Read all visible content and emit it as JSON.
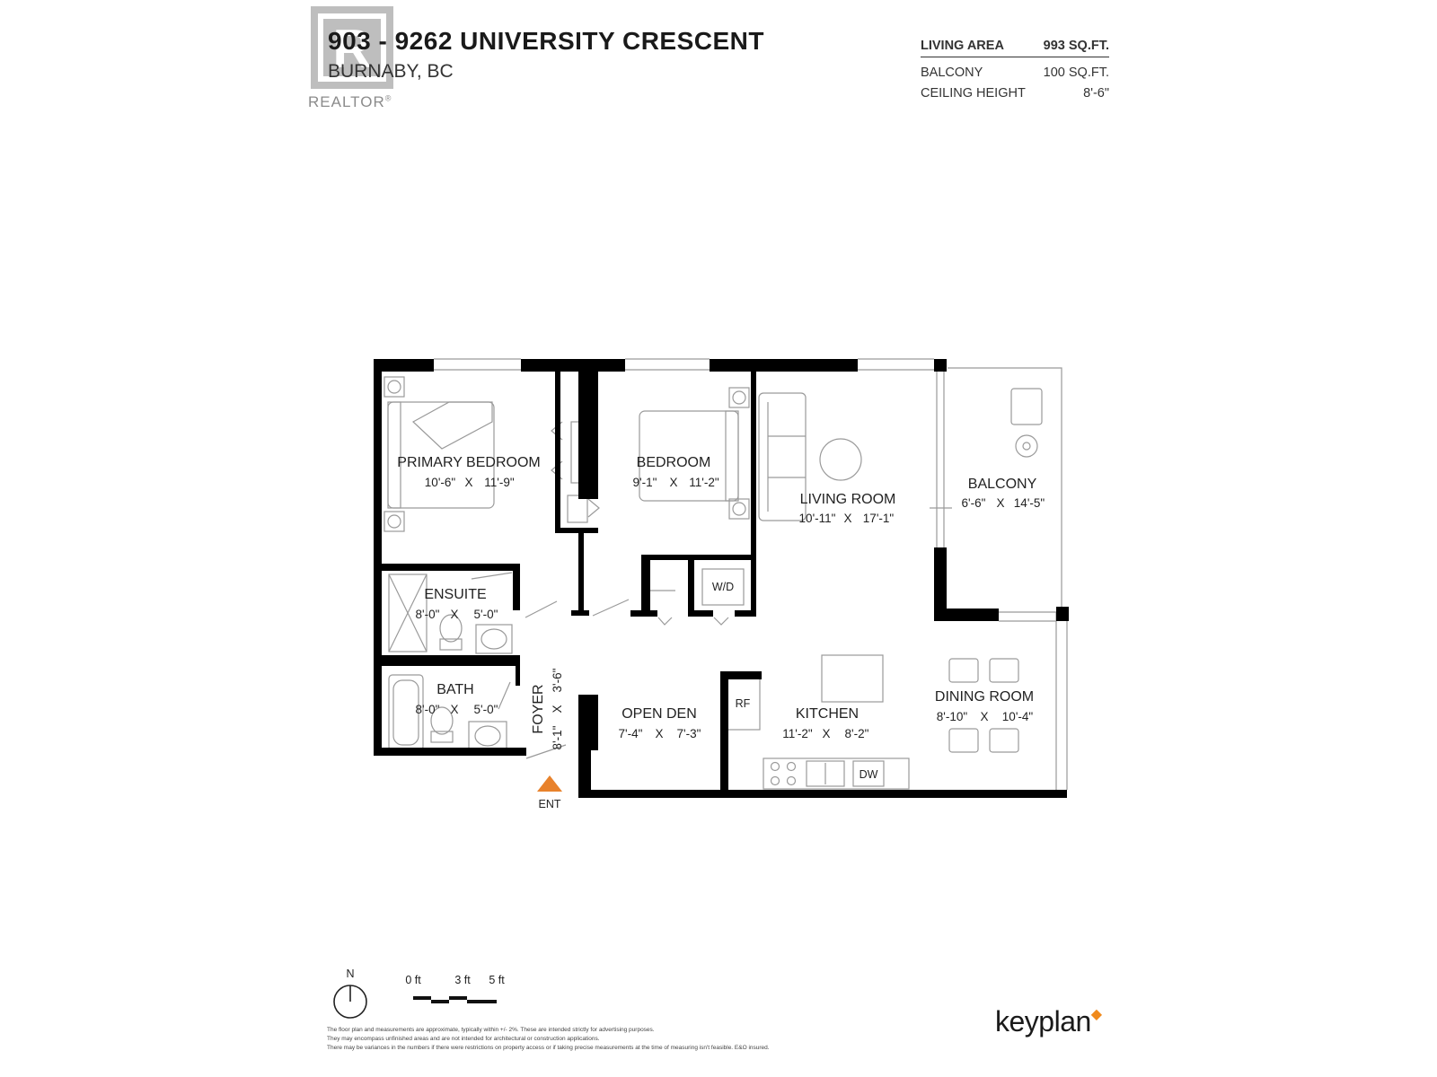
{
  "header": {
    "title": "903 - 9262 UNIVERSITY CRESCENT",
    "subtitle": "BURNABY, BC",
    "logo_text": "REALTOR",
    "logo_mark": "R",
    "logo_reg": "®"
  },
  "stats": [
    {
      "label": "LIVING AREA",
      "value": "993 SQ.FT."
    },
    {
      "label": "BALCONY",
      "value": "100 SQ.FT."
    },
    {
      "label": "CEILING HEIGHT",
      "value": "8'-6\""
    }
  ],
  "rooms": {
    "primary_bedroom": {
      "name": "PRIMARY BEDROOM",
      "w": "10'-6\"",
      "h": "11'-9\""
    },
    "bedroom": {
      "name": "BEDROOM",
      "w": "9'-1\"",
      "h": "11'-2\""
    },
    "living_room": {
      "name": "LIVING ROOM",
      "w": "10'-11\"",
      "h": "17'-1\""
    },
    "balcony": {
      "name": "BALCONY",
      "w": "6'-6\"",
      "h": "14'-5\""
    },
    "ensuite": {
      "name": "ENSUITE",
      "w": "8'-0\"",
      "h": "5'-0\""
    },
    "bath": {
      "name": "BATH",
      "w": "8'-0\"",
      "h": "5'-0\""
    },
    "foyer": {
      "name": "FOYER",
      "w": "8'-1\"",
      "h": "3'-6\""
    },
    "open_den": {
      "name": "OPEN DEN",
      "w": "7'-4\"",
      "h": "7'-3\""
    },
    "kitchen": {
      "name": "KITCHEN",
      "w": "11'-2\"",
      "h": "8'-2\""
    },
    "dining_room": {
      "name": "DINING ROOM",
      "w": "8'-10\"",
      "h": "10'-4\""
    }
  },
  "dim_separator": "X",
  "fixtures": {
    "wd": "W/D",
    "rf": "RF",
    "dw": "DW"
  },
  "entrance": "ENT",
  "compass": "N",
  "scale": [
    "0 ft",
    "3 ft",
    "5 ft"
  ],
  "disclaimer": [
    "The floor plan and measurements are approximate, typically within +/- 2%. These are intended strictly for advertising purposes.",
    "They may encompass unfinished areas and are not intended for architectural or construction applications.",
    "There may be variances in the numbers if there were restrictions on property access or if taking precise measurements at the time of measuring isn't feasible. E&O insured."
  ],
  "brand": "keyplan",
  "colors": {
    "wall": "#000000",
    "entrance": "#e8822c",
    "brand_accent": "#f08a1c"
  }
}
